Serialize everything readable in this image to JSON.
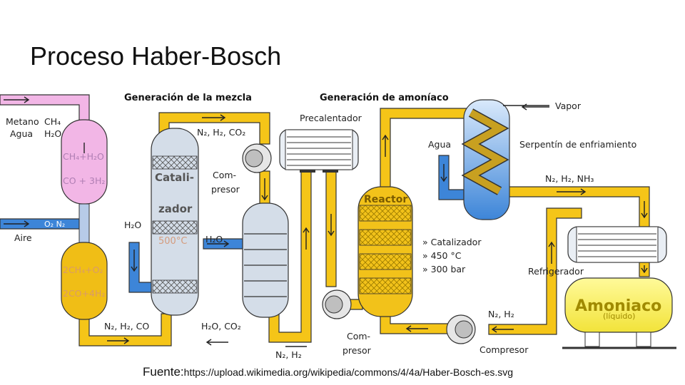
{
  "title": "Proceso Haber-Bosch",
  "source": {
    "lead": "Fuente:",
    "url": "https://upload.wikimedia.org/wikipedia/commons/4/4a/Haber-Bosch-es.svg"
  },
  "diagram": {
    "section_mix": "Generación de la mezcla",
    "section_ammonia": "Generación de amoníaco",
    "feed_methane": "Metano",
    "feed_methane_formula": "CH₄",
    "feed_water": "Agua",
    "feed_water_formula": "H₂O",
    "feed_air": "Aire",
    "air_o2n2": "O₂ N₂",
    "reformer_top_reaction": "CH₄+H₂O",
    "reformer_top_product": "CO + 3H₂",
    "reformer_bottom_reaction": "2CH₄+O₂",
    "reformer_bottom_product": "2CO+4H₂",
    "stream_n2h2co": "N₂, H₂, CO",
    "stream_n2h2co2": "N₂, H₂, CO₂",
    "water_in_1": "H₂O",
    "water_in_2": "H₂O",
    "catalyst_line1": "Catali-",
    "catalyst_line2": "zador",
    "catalyst_temp": "500°C",
    "compressor_1_line1": "Com-",
    "compressor_1_line2": "presor",
    "out_h2o_co2": "H₂O, CO₂",
    "stream_n2h2_bottom": "N₂, H₂",
    "preheater": "Precalentador",
    "reactor": "Reactor",
    "conditions": [
      "» Catalizador",
      "» 450 °C",
      "» 300 bar"
    ],
    "compressor_2_line1": "Com-",
    "compressor_2_line2": "presor",
    "water_cooling": "Agua",
    "steam": "Vapor",
    "cooling_coil": "Serpentín de enfriamiento",
    "stream_n2h2nh3": "N₂, H₂, NH₃",
    "refrigerator": "Refrigerador",
    "recycle_n2h2": "N₂, H₂",
    "compressor_3": "Compresor",
    "ammonia": "Amoniaco",
    "ammonia_state": "(líquido)"
  },
  "colors": {
    "pipe_yellow": "#f5c518",
    "pipe_pink": "#f2b6e6",
    "pipe_blue": "#3d85d8",
    "vessel_gray": "#d4dde8",
    "tank_yellow": "#fff36a"
  }
}
